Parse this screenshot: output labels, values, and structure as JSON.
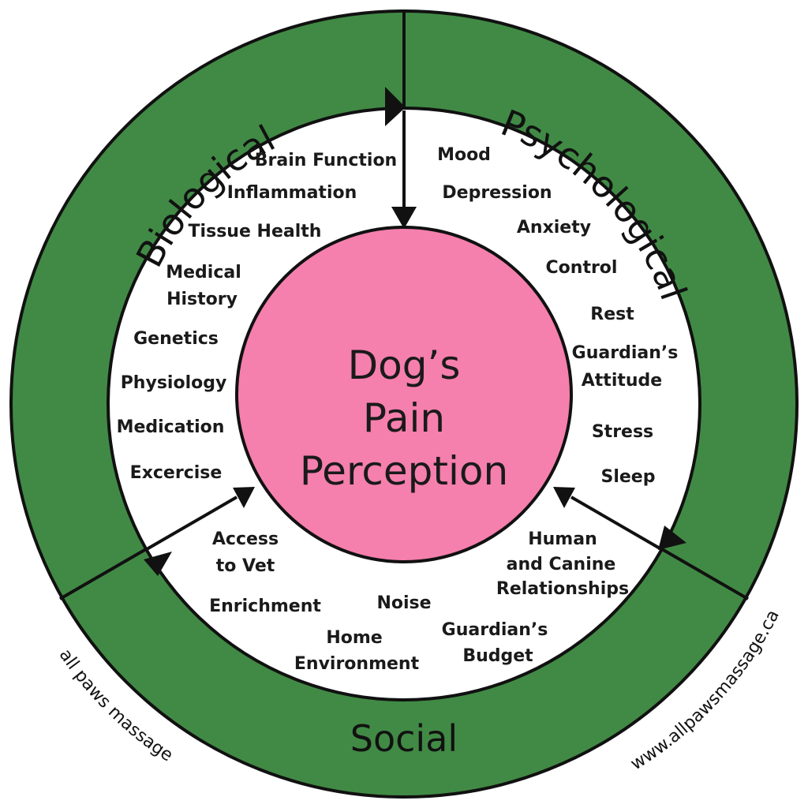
{
  "colors": {
    "ring": "#418a45",
    "center": "#f57fad",
    "stroke": "#111111",
    "background": "#ffffff"
  },
  "center": {
    "line1": "Dog’s",
    "line2": "Pain",
    "line3": "Perception"
  },
  "rings": {
    "biological": "Biological",
    "psychological": "Psychological",
    "social": "Social"
  },
  "biological_factors": {
    "f1": "Brain Function",
    "f2": "Inflammation",
    "f3": "Tissue Health",
    "f4a": "Medical",
    "f4b": "History",
    "f5": "Genetics",
    "f6": "Physiology",
    "f7": "Medication",
    "f8": "Excercise"
  },
  "psychological_factors": {
    "f1": "Mood",
    "f2": "Depression",
    "f3": "Anxiety",
    "f4": "Control",
    "f5": "Rest",
    "f6a": "Guardian’s",
    "f6b": "Attitude",
    "f7": "Stress",
    "f8": "Sleep"
  },
  "social_factors": {
    "f1a": "Access",
    "f1b": "to Vet",
    "f2": "Enrichment",
    "f3": "Noise",
    "f4a": "Home",
    "f4b": "Environment",
    "f5a": "Guardian’s",
    "f5b": "Budget",
    "f6a": "Human",
    "f6b": "and Canine",
    "f6c": "Relationships"
  },
  "credits": {
    "left": "all paws massage",
    "right": "www.allpawsmassage.ca"
  }
}
